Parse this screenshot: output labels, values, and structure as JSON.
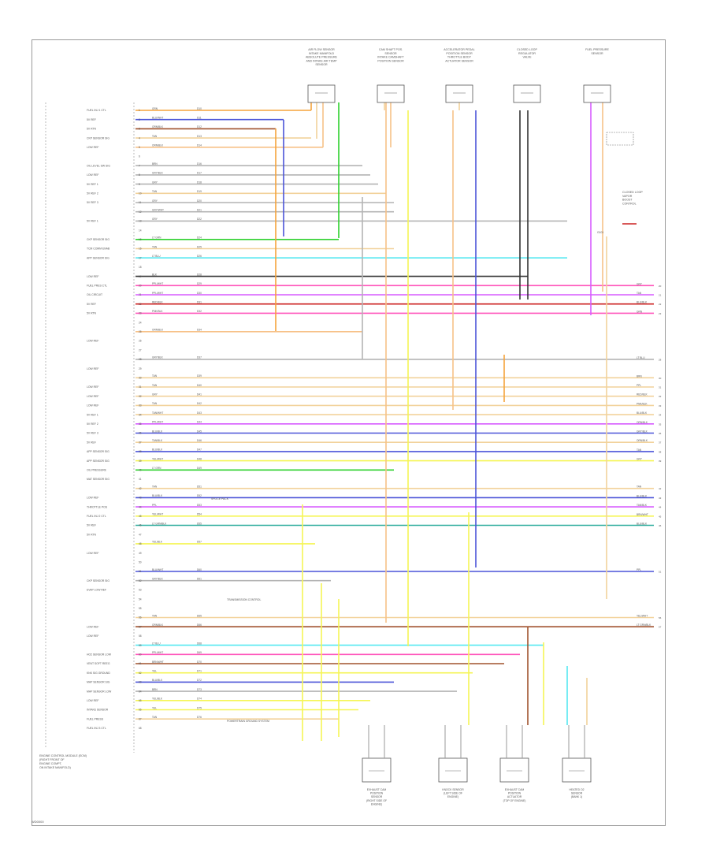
{
  "module": {
    "footer_label": [
      "ENGINE CONTROL MODULE (ECM)",
      "(RIGHT FRONT OF",
      "ENGINE COMPT,",
      "ON INTAKE MANIFOLD)"
    ]
  },
  "page_id": "WD0000",
  "top_components": [
    {
      "label": [
        "AIR FLOW SENSOR",
        "INTAKE MANIFOLD",
        "ABSOLUTE PRESSURE",
        "AND INTAKE AIR TEMP",
        "SENSOR"
      ],
      "center": 408
    },
    {
      "label": [
        "CAM SHAFT POS.",
        "SENSOR",
        "INTAKE CAMSHAFT",
        "POSITION SENSOR"
      ],
      "center": 496
    },
    {
      "label": [
        "ACCELERATOR PEDAL",
        "POSITION SENSOR",
        "THROTTLE BODY",
        "ACTUATOR SENSOR"
      ],
      "center": 583
    },
    {
      "label": [
        "CLOSED LOOP",
        "REGULATOR",
        "VALVE"
      ],
      "center": 669
    },
    {
      "label": [
        "FUEL PRESSURE",
        "SENSOR"
      ],
      "center": 758
    }
  ],
  "side_component": {
    "label": [
      "CLOSED LOOP",
      "VAPOR",
      "BOOST",
      "CONTROL"
    ]
  },
  "bottom_components": [
    {
      "label": [
        "EXHAUST CAM",
        "POSITION",
        "SENSOR",
        "(RIGHT SIDE OF",
        "ENGINE)"
      ],
      "center": 478
    },
    {
      "label": [
        "KNOCK SENSOR",
        "(LEFT SIDE OF",
        "ENGINE)"
      ],
      "center": 575
    },
    {
      "label": [
        "EXHAUST CAM",
        "POSITION",
        "ACTUATOR",
        "(TOP OF ENGINE)"
      ],
      "center": 653
    },
    {
      "label": [
        "HEATED O2",
        "SENSOR",
        "(BANK 1)"
      ],
      "center": 732
    }
  ],
  "left_labels": [
    "FUEL INJ 1 CTL",
    "5V REF",
    "5V RTN",
    "CKP SENSOR SIG",
    "LOW REF",
    "",
    "OIL LEVEL SW SIG",
    "LOW REF",
    "5V REF 1",
    "5V REF 2",
    "5V REF 3",
    "",
    "5V REF 1",
    "",
    "CKP SENSOR SIG",
    "TCM COMM ENAB",
    "APP SENSOR SIG",
    "",
    "LOW REF",
    "FUEL PRES CTL",
    "OIL CIRCUIT",
    "5V REF",
    "5V RTN",
    "",
    "",
    "LOW REF",
    "",
    "",
    "LOW REF",
    "",
    "LOW REF",
    "LOW REF",
    "LOW REF",
    "5V REF 1",
    "5V REF 2",
    "5V REF 3",
    "5V REF",
    "APP SENSOR SIG",
    "APP SENSOR SIG",
    "OIL PRESSURE",
    "MAT SENSOR SIG",
    "",
    "LOW REF",
    "THROTTLE POS",
    "FUEL INJ 2 CTL",
    "5V REF",
    "5V RTN",
    "",
    "LOW REF",
    "",
    "",
    "CKP SENSOR SIG",
    "EVAP LOW REF",
    "",
    "",
    "",
    "LOW REF",
    "LOW REF",
    "",
    "HO2 SENSOR LOW",
    "VENT SOFT REEG",
    "KNK SIG GROUND",
    "MAP SENSOR SIG",
    "MAP SENSOR LOW",
    "LOW REF",
    "INTAKE SENSOR",
    "FUEL PRESS",
    "FUEL INJ 3 CTL"
  ],
  "wire_colors": [
    "GRN",
    "BLU/WHT",
    "ORN/BLK",
    "TAN",
    "ORN/BLK",
    "",
    "BRN",
    "GRY/BLK",
    "GRY",
    "TAN",
    "GRY",
    "GRY/WHT",
    "GRY",
    "",
    "LT GRN",
    "TAN",
    "LT BLU",
    "",
    "BLK",
    "PPL/WHT",
    "PPL/WHT",
    "RED/BLK",
    "PNK/BLK",
    "",
    "ORN/BLK",
    "",
    "",
    "GRY/BLK",
    "",
    "TAN",
    "TAN",
    "GRY",
    "TAN",
    "TAN/WHT",
    "PPL/WHT",
    "BLU/BLK",
    "TAN/BLK",
    "BLU/BLK",
    "YEL/WHT",
    "LT GRN",
    "",
    "TAN",
    "BLU/BLK",
    "PPL",
    "YEL/WHT",
    "LT GRN/BLK",
    "",
    "YEL/BLK",
    "",
    "",
    "BLU/WHT",
    "GRY/BLK",
    "",
    "",
    "",
    "TAN",
    "ORN/BLK",
    "",
    "LT BLU",
    "PPL/WHT",
    "BRN/WHT",
    "YEL",
    "BLU/BLK",
    "BRN",
    "YEL/BLK",
    "YEL",
    "TAN"
  ],
  "right_labels": [
    "GRY",
    "TAN",
    "BLU/BLK",
    "GRN",
    "LT BLU",
    "BRN",
    "PPL",
    "RED/BLK",
    "PNK/BLK",
    "BLU/BLK",
    "ORN/BLK",
    "GRY/BLK",
    "ORN/BLK",
    "TAN",
    "GRY",
    "TAN",
    "BLU/BLK",
    "TAN/BLK",
    "BRN/WHT",
    "BLU/BLK",
    "PPL",
    "YEL/WHT",
    "LT GRN/BLK",
    "BLU/WHT",
    "YEL",
    "BRN",
    "TAN"
  ],
  "annotations": {
    "splice_note": "SPLICE PACK",
    "reference_1": "TRANSMISSION CONTROL",
    "reference_2": "POWERTRAIN GROUND SYSTEM",
    "ground": "G101"
  },
  "colors": {
    "orange": "#f5a33c",
    "blue": "#4b54d8",
    "brown": "#a0522d",
    "tan": "#f2d29b",
    "green": "#2fd12f",
    "yellow": "#f5f555",
    "pink": "#ff55bb",
    "red": "#cc2222",
    "grey": "#b4b4b4",
    "black": "#333333",
    "violet": "#d75bff",
    "cyan": "#55e8f0",
    "light_blue": "#8fd3ff",
    "teal": "#2fae9e",
    "light_orange": "#f7c187"
  }
}
